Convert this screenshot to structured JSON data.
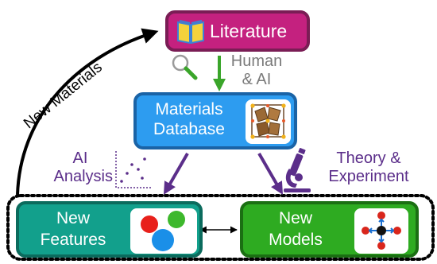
{
  "nodes": {
    "literature": {
      "label": "Literature",
      "fill": "#c4217f",
      "border": "#7a1d55"
    },
    "database": {
      "label_line1": "Materials",
      "label_line2": "Database",
      "fill": "#2d9cf0",
      "border": "#1a63a6"
    },
    "features": {
      "label_line1": "New",
      "label_line2": "Features",
      "fill": "#12a08c",
      "border": "#0b6b5d"
    },
    "models": {
      "label_line1": "New",
      "label_line2": "Models",
      "fill": "#2eab21",
      "border": "#1b6f13"
    }
  },
  "edges": {
    "human_ai": {
      "label_line1": "Human",
      "label_line2": "& AI",
      "color": "#3aa52a"
    },
    "ai_analysis": {
      "label_line1": "AI",
      "label_line2": "Analysis",
      "color": "#5b2e8a"
    },
    "theory": {
      "label_line1": "Theory &",
      "label_line2": "Experiment",
      "color": "#5b2e8a"
    },
    "new_materials": {
      "label": "New Materials",
      "color": "#000000"
    }
  },
  "icons": [
    "book-icon",
    "magnifier-icon",
    "crystal-structure-icon",
    "scatter-plot-icon",
    "microscope-icon",
    "colored-circles-icon",
    "model-network-icon"
  ],
  "colors": {
    "gray_text": "#7a7a7a",
    "purple": "#5b2e8a",
    "black": "#000000"
  }
}
